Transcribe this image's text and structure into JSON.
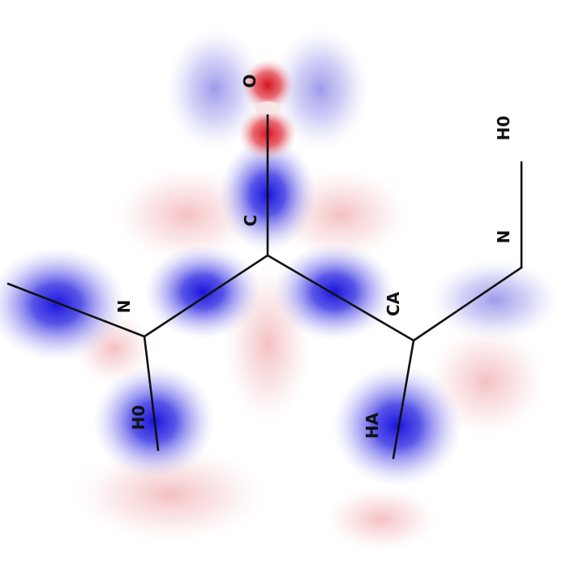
{
  "labels": {
    "o": "O",
    "c": "C",
    "n_left": "N",
    "h0_left": "H0",
    "ca": "CA",
    "ha": "HA",
    "n_right": "N",
    "h0_right": "H0"
  },
  "colors": {
    "positive_lobe": "#d81e2a",
    "negative_lobe": "#2420e0",
    "bond": "#111111",
    "background": "#ffffff"
  }
}
